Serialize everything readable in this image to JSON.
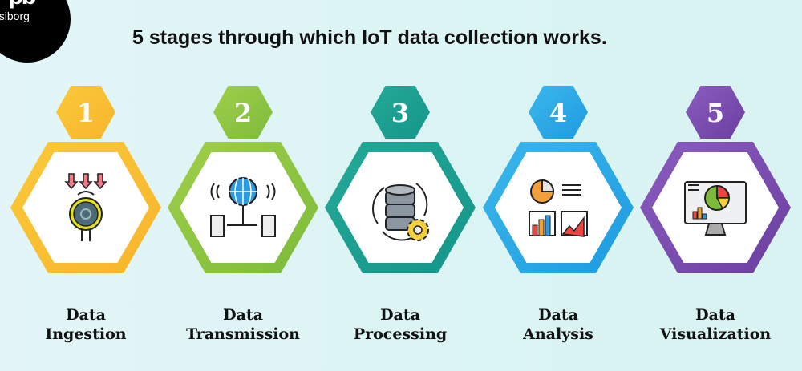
{
  "logo": {
    "mark": "pb",
    "text": "psiborg"
  },
  "title": "5 stages through which IoT data collection works.",
  "stages": [
    {
      "number": "1",
      "line1": "Data",
      "line2": "Ingestion",
      "color": "#f7b52c",
      "color2": "#fbc93a",
      "icon": "sensor-icon"
    },
    {
      "number": "2",
      "line1": "Data",
      "line2": "Transmission",
      "color": "#7cbb3a",
      "color2": "#a0cf4a",
      "icon": "globe-network-icon"
    },
    {
      "number": "3",
      "line1": "Data",
      "line2": "Processing",
      "color": "#14958a",
      "color2": "#24a996",
      "icon": "database-gear-icon"
    },
    {
      "number": "4",
      "line1": "Data",
      "line2": "Analysis",
      "color": "#1e9be0",
      "color2": "#3bb7ec",
      "icon": "analytics-charts-icon"
    },
    {
      "number": "5",
      "line1": "Data",
      "line2": "Visualization",
      "color": "#6b3fa0",
      "color2": "#8a5cbf",
      "icon": "monitor-chart-icon"
    }
  ]
}
